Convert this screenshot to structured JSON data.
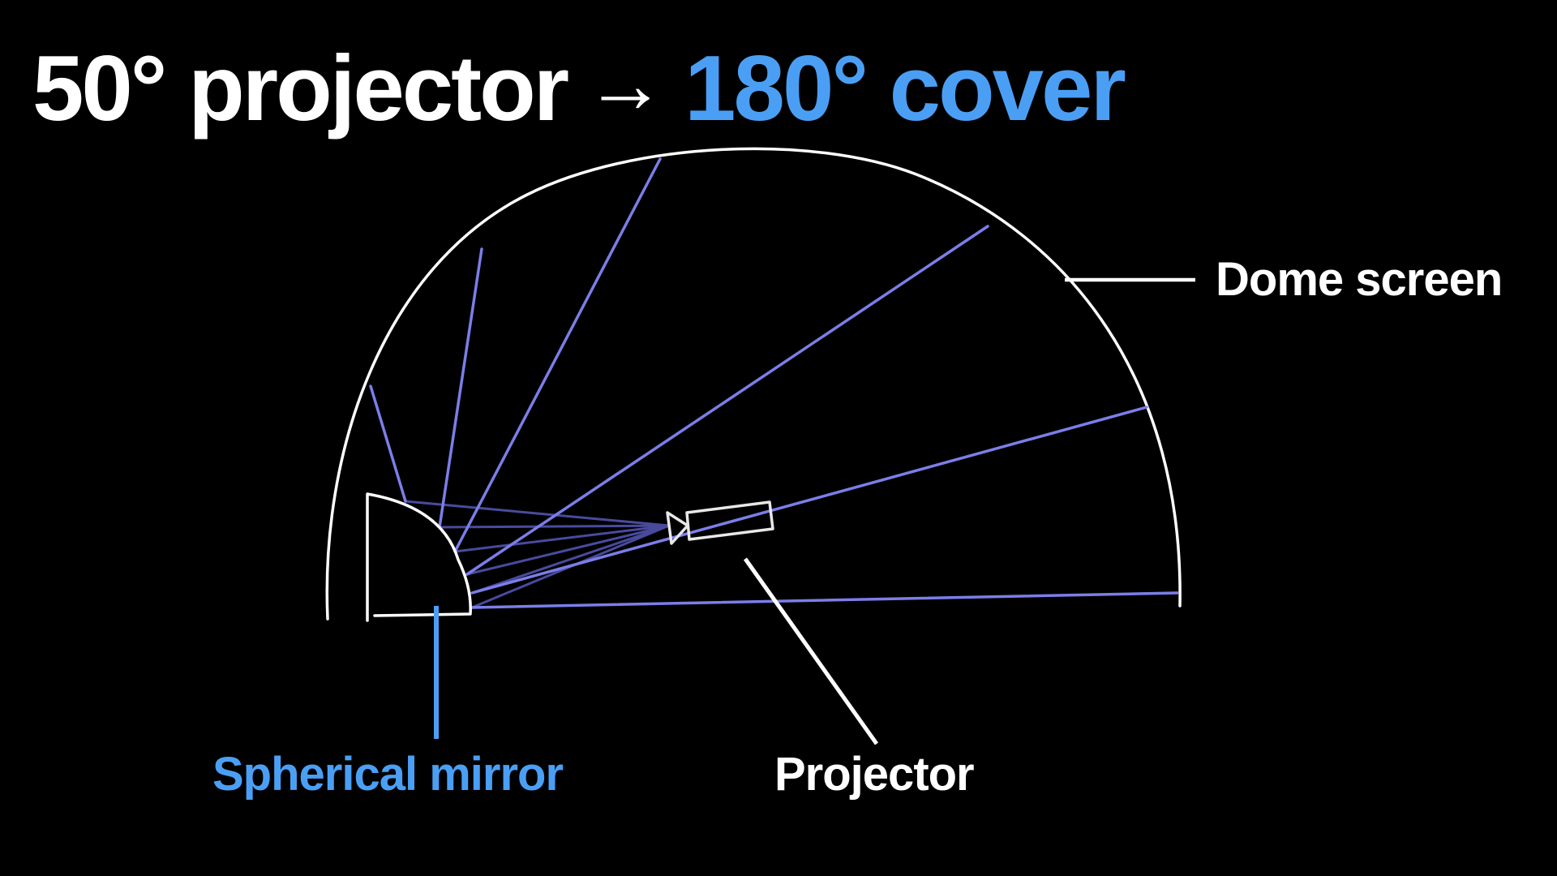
{
  "title": {
    "left": "50° projector",
    "arrow": "→",
    "right": "180° cover"
  },
  "labels": {
    "dome_screen": "Dome screen",
    "spherical_mirror": "Spherical mirror",
    "projector": "Projector"
  },
  "colors": {
    "background": "#000000",
    "text_primary": "#ffffff",
    "accent_blue": "#4a9ff5",
    "ray": "#7b7ee8",
    "ray_faint": "#4d4fa6"
  }
}
